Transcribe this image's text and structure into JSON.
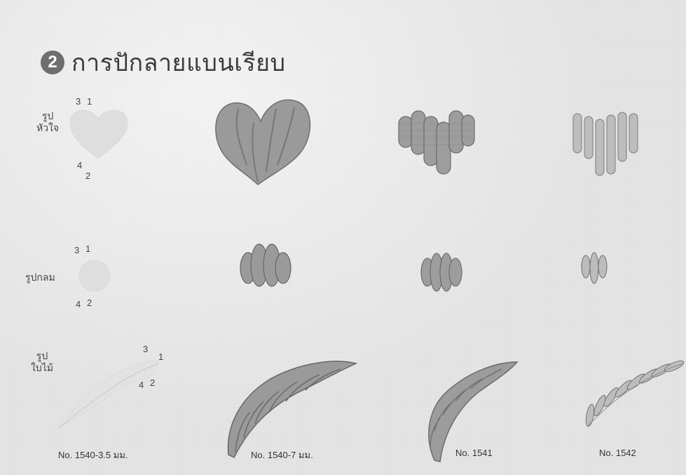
{
  "heading": {
    "number": "2",
    "title": "การปักลายแบนเรียบ"
  },
  "rows": [
    {
      "label_lines": [
        "รูป",
        "หัวใจ"
      ],
      "steps": {
        "a": "3",
        "b": "1",
        "c": "4",
        "d": "2"
      }
    },
    {
      "label_lines": [
        "รูปกลม"
      ],
      "steps": {
        "a": "3",
        "b": "1",
        "c": "4",
        "d": "2"
      }
    },
    {
      "label_lines": [
        "รูป",
        "ใบไม้"
      ],
      "steps": {
        "a": "3",
        "b": "1",
        "c": "4",
        "d": "2"
      }
    }
  ],
  "columns": [
    {
      "caption": "No. 1540-3.5 มม."
    },
    {
      "caption": "No. 1540-7 มม."
    },
    {
      "caption": "No. 1541"
    },
    {
      "caption": "No. 1542"
    }
  ]
}
